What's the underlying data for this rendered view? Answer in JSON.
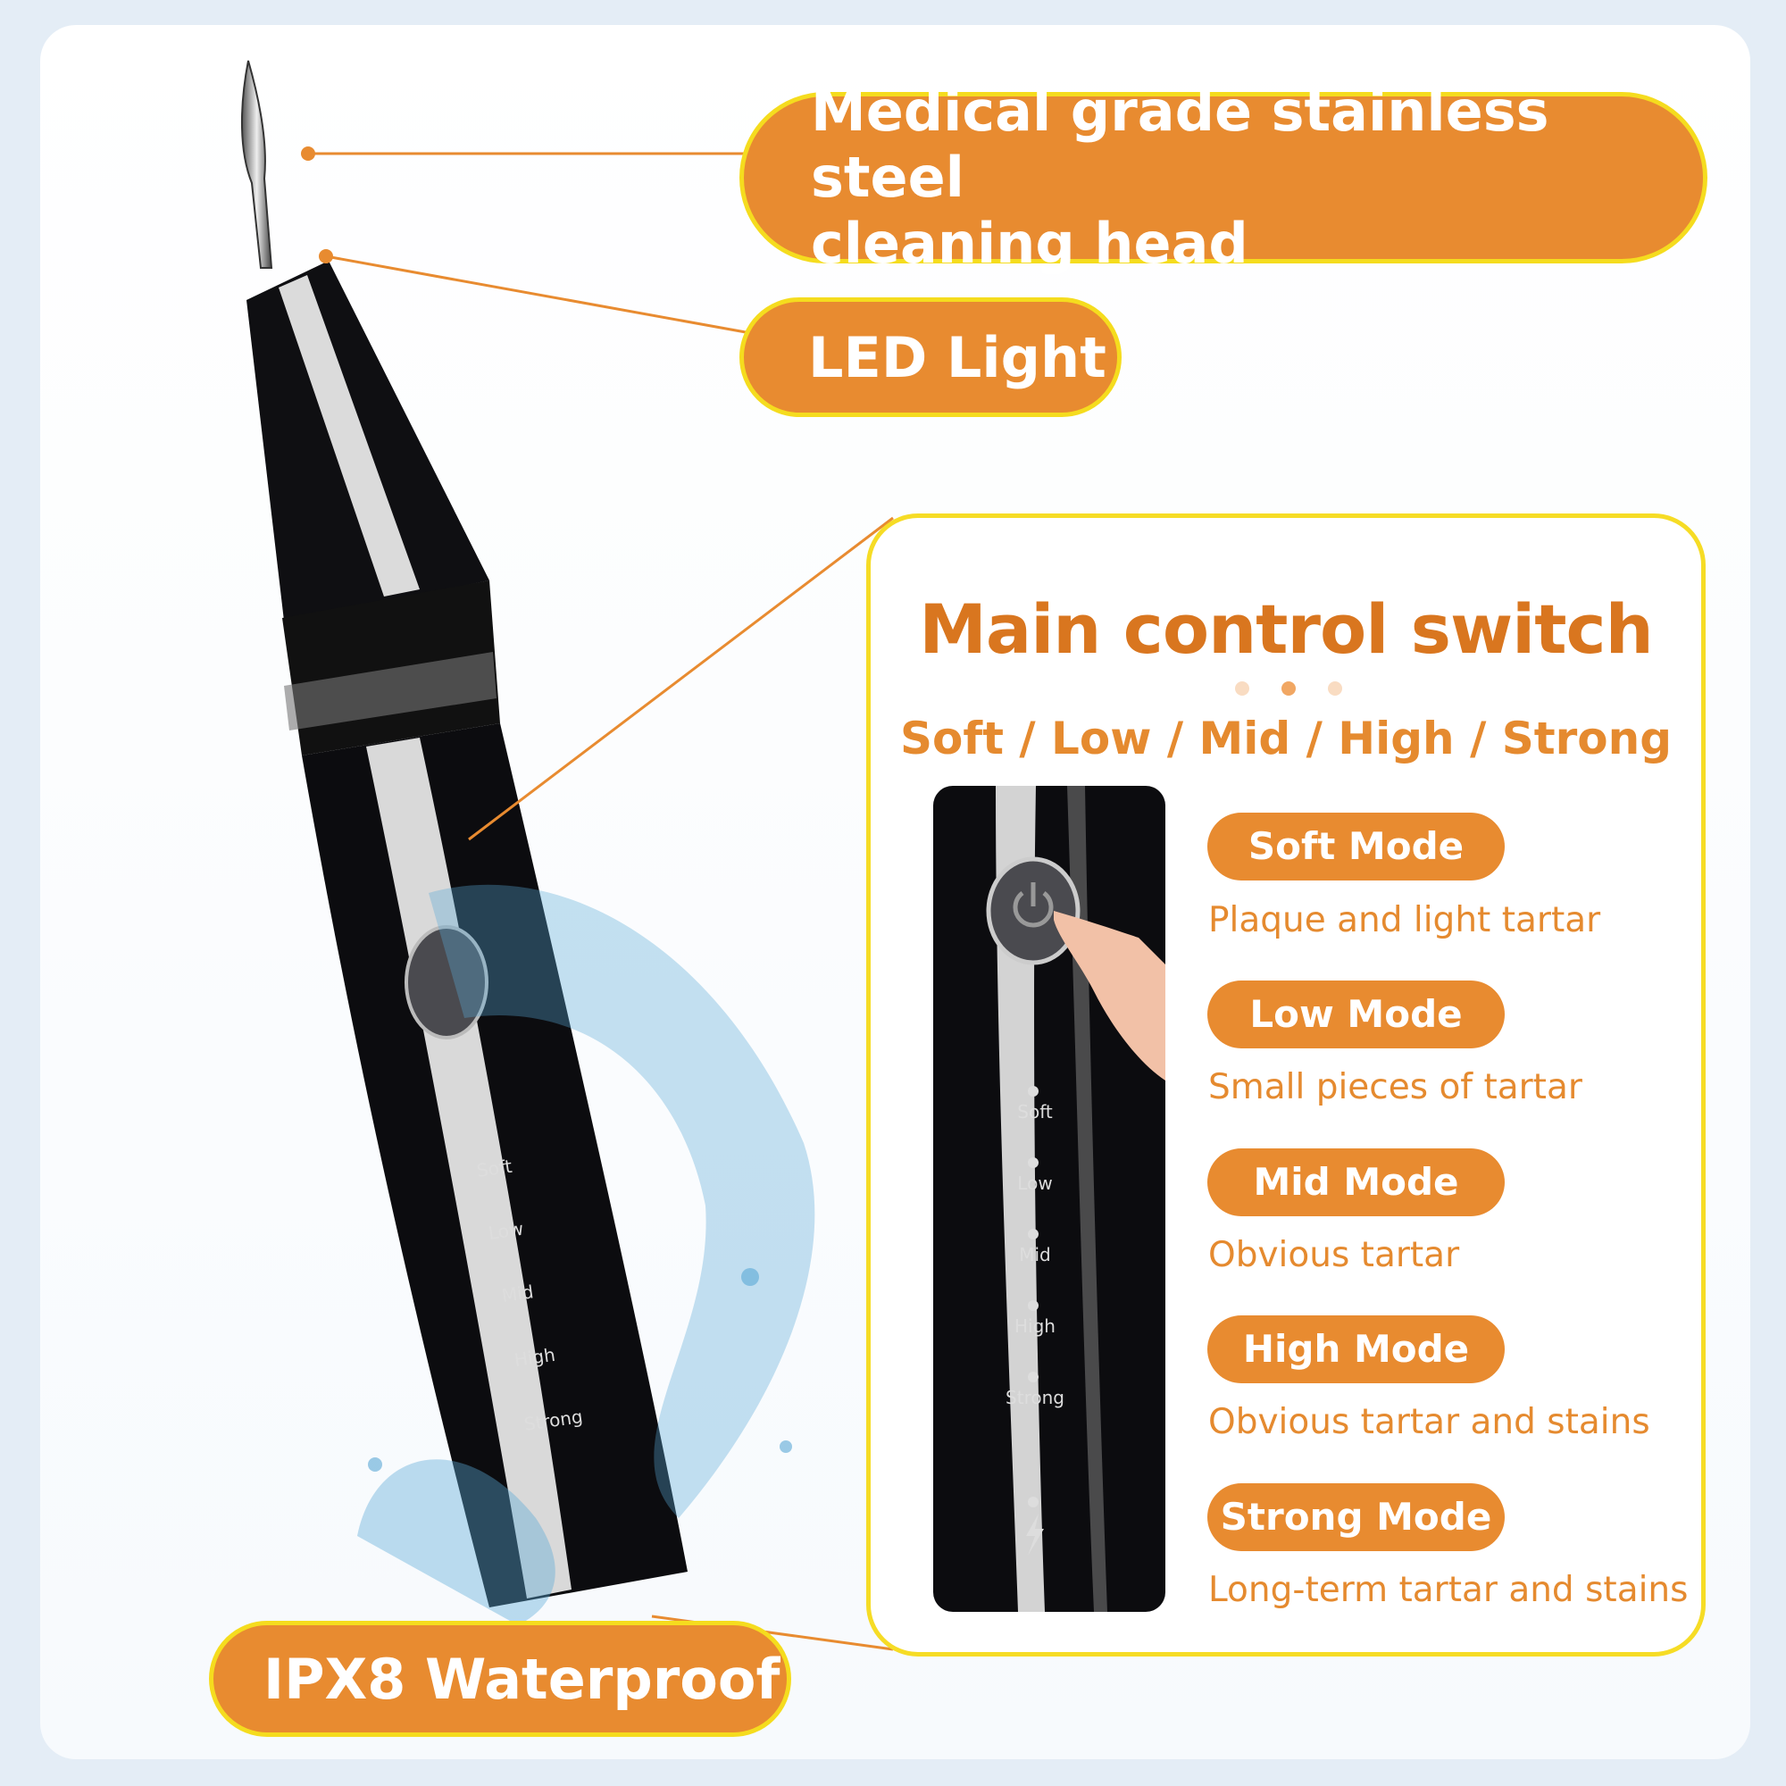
{
  "colors": {
    "accent": "#e88b30",
    "border_yellow": "#f5dc1e",
    "title_orange": "#d9761f",
    "device_black": "#0c0c0f",
    "water_blue": "#5aa9d6"
  },
  "callouts": {
    "cleaning_head_line1": "Medical grade stainless steel",
    "cleaning_head_line2": "cleaning head",
    "led_light": "LED Light",
    "waterproof": "IPX8 Waterproof"
  },
  "panel": {
    "title": "Main control switch",
    "subtitle": "Soft / Low / Mid / High / Strong",
    "modes": [
      {
        "label": "Soft Mode",
        "description": "Plaque and light tartar"
      },
      {
        "label": "Low Mode",
        "description": "Small pieces of tartar"
      },
      {
        "label": "Mid Mode",
        "description": "Obvious tartar"
      },
      {
        "label": "High Mode",
        "description": "Obvious tartar and stains"
      },
      {
        "label": "Strong Mode",
        "description": "Long-term tartar and stains"
      }
    ]
  },
  "device_labels": [
    "Soft",
    "Low",
    "Mid",
    "High",
    "Strong"
  ],
  "icons": {
    "power": "power-icon",
    "charging": "lightning-icon",
    "finger": "finger-press-icon"
  }
}
